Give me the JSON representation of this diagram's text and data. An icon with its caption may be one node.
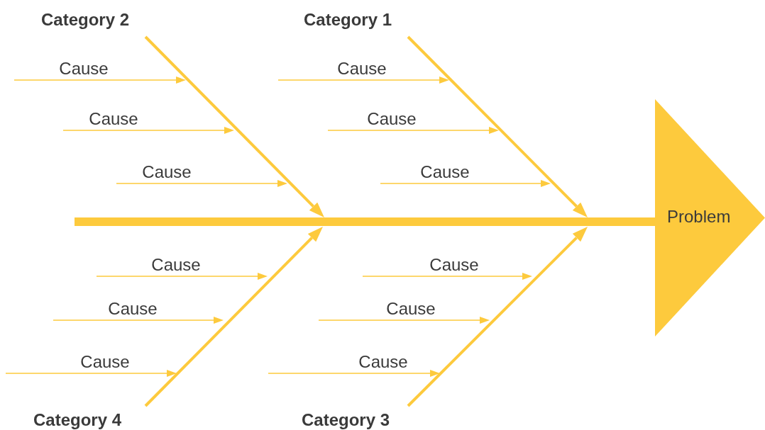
{
  "diagram": {
    "nodes": [
      {
        "text": [
          "Category 2"
        ]
      },
      {
        "text": [
          "Category 1"
        ]
      },
      {
        "text": [
          "Cause"
        ]
      },
      {
        "text": [
          "Cause"
        ]
      },
      {
        "text": [
          "Cause"
        ]
      },
      {
        "text": [
          "Cause"
        ]
      },
      {
        "text": [
          "Cause"
        ]
      },
      {
        "text": [
          "Cause"
        ]
      },
      {
        "text": [
          "Problem"
        ]
      },
      {
        "text": [
          "Cause"
        ]
      },
      {
        "text": [
          "Cause"
        ]
      },
      {
        "text": [
          "Cause"
        ]
      },
      {
        "text": [
          "Cause"
        ]
      },
      {
        "text": [
          "Cause"
        ]
      },
      {
        "text": [
          "Cause"
        ]
      },
      {
        "text": [
          "Category 4"
        ]
      },
      {
        "text": [
          "Category 3"
        ]
      }
    ],
    "edges": [
      {
        "from": 2,
        "to": null,
        "arrow": "to"
      },
      {
        "from": 3,
        "to": null,
        "arrow": "to"
      },
      {
        "from": 4,
        "to": null,
        "arrow": "to"
      },
      {
        "from": 5,
        "to": null,
        "arrow": "to"
      },
      {
        "from": 6,
        "to": null,
        "arrow": "to"
      },
      {
        "from": 7,
        "to": null,
        "arrow": "to"
      },
      {
        "from": 9,
        "to": null,
        "arrow": "to"
      },
      {
        "from": 10,
        "to": null,
        "arrow": "to"
      },
      {
        "from": 11,
        "to": null,
        "arrow": "to"
      },
      {
        "from": 12,
        "to": null,
        "arrow": "to"
      },
      {
        "from": 13,
        "to": null,
        "arrow": "to"
      },
      {
        "from": 14,
        "to": null,
        "arrow": "to"
      },
      {
        "from": 0,
        "to": null,
        "arrow": "to",
        "style": "thick"
      },
      {
        "from": 1,
        "to": null,
        "arrow": "to",
        "style": "thick"
      },
      {
        "from": 15,
        "to": null,
        "arrow": "to",
        "style": "thick"
      },
      {
        "from": 16,
        "to": null,
        "arrow": "to",
        "style": "thick"
      },
      {
        "from": null,
        "to": 8,
        "arrow": "none",
        "style": "thick"
      }
    ]
  }
}
